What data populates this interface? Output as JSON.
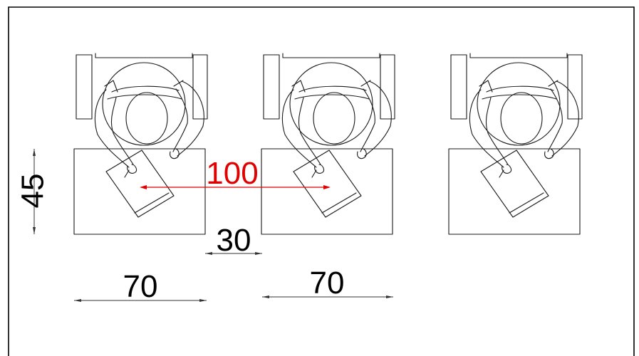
{
  "colors": {
    "line": "#1a1a1a",
    "accent": "#e00000",
    "background": "#ffffff"
  },
  "dimensions": {
    "desk_height": "45",
    "center_spacing": "100",
    "gap": "30",
    "desk1_width": "70",
    "desk2_width": "70"
  },
  "workstations": [
    {
      "id": "workstation-1"
    },
    {
      "id": "workstation-2"
    },
    {
      "id": "workstation-3"
    }
  ]
}
